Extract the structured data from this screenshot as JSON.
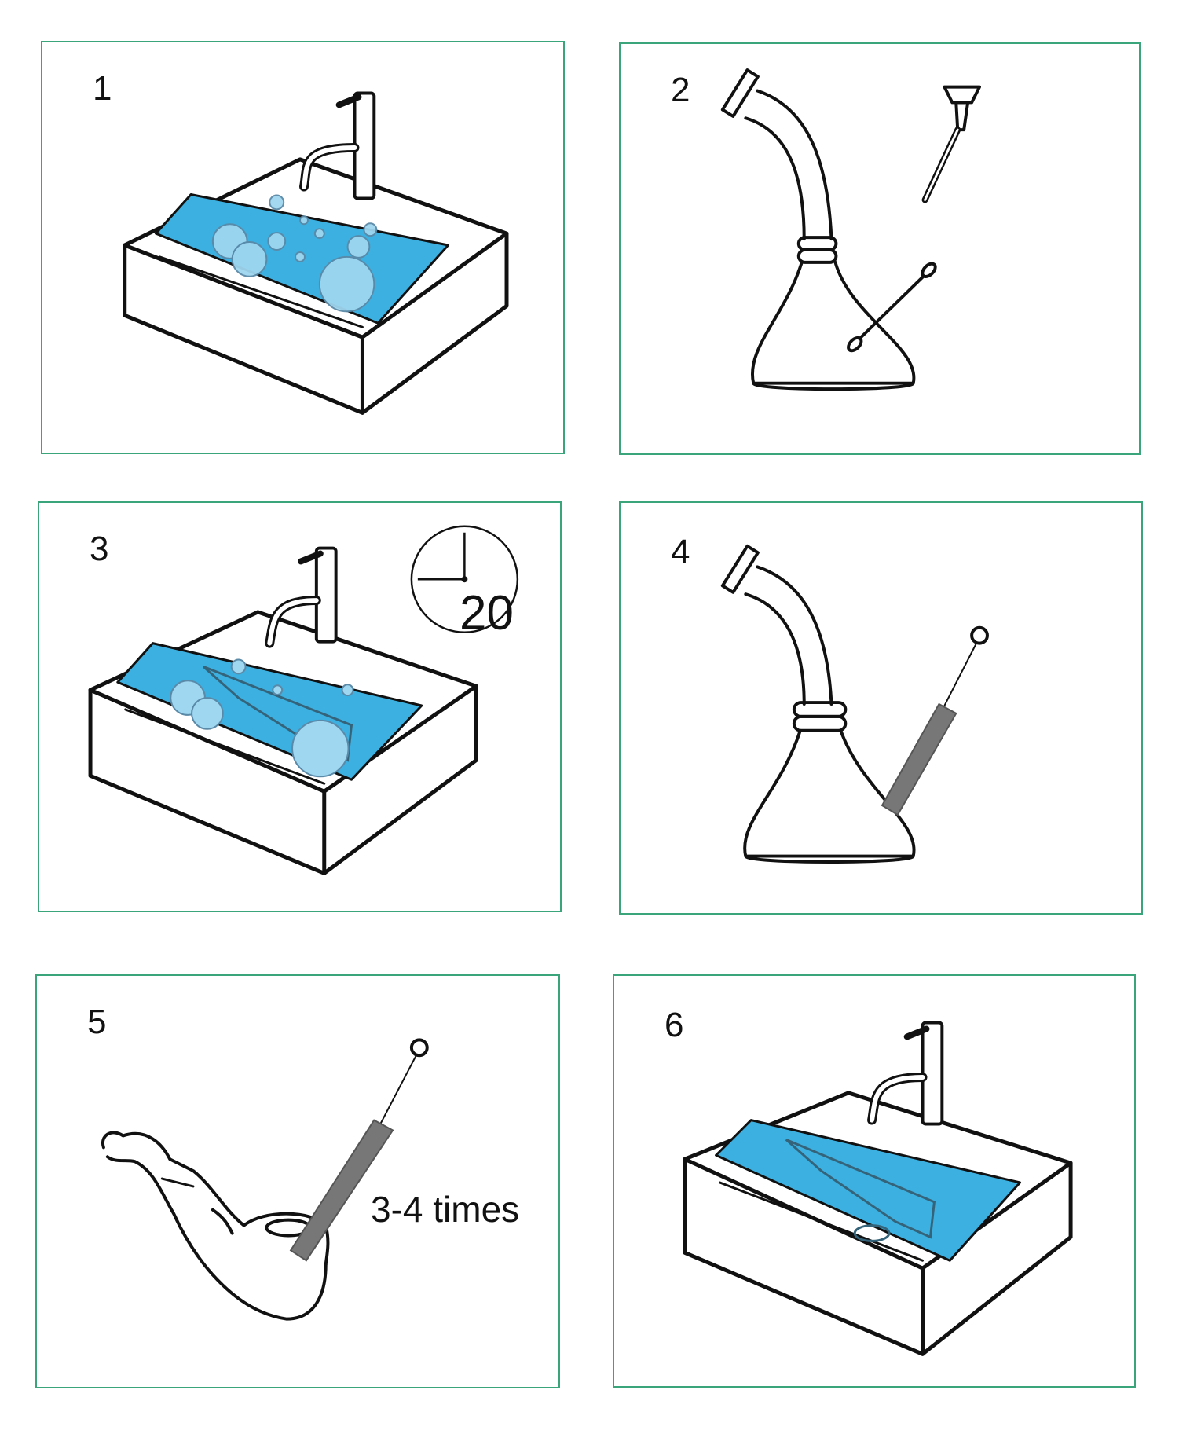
{
  "steps": [
    {
      "number": "1",
      "illustration": "sink-with-soapy-water"
    },
    {
      "number": "2",
      "illustration": "disassembled-bong-with-bowl-and-swab"
    },
    {
      "number": "3",
      "illustration": "sink-soaking-parts"
    },
    {
      "number": "4",
      "illustration": "bong-with-pipe-cleaner"
    },
    {
      "number": "5",
      "illustration": "pipe-with-pipe-cleaner"
    },
    {
      "number": "6",
      "illustration": "sink-rinsing-parts"
    }
  ],
  "timer": {
    "value": "20"
  },
  "repeat_label": "3-4 times",
  "colors": {
    "border": "#3aa57a",
    "water": "#3cb0e0",
    "line": "#1a1a1a",
    "brush": "#777777"
  }
}
